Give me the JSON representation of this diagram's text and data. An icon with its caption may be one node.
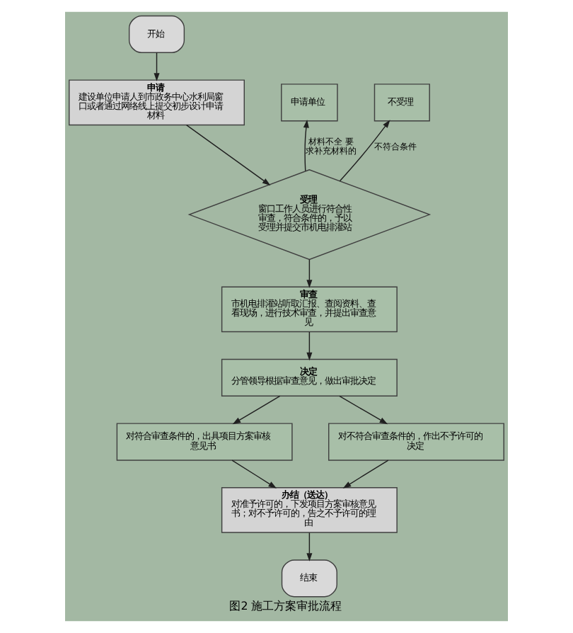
{
  "diagram": {
    "caption": "图2 施工方案审批流程",
    "nodes": [
      {
        "text": [
          "开始"
        ]
      },
      {
        "text": [
          "申请",
          "建设单位申请人到市政务中心水利局窗口或者通过网络线上提交初步设计申请材料"
        ]
      },
      {
        "text": [
          "申请单位"
        ]
      },
      {
        "text": [
          "不受理"
        ]
      },
      {
        "text": [
          "受理",
          "窗口工作人员进行符合性审查，符合条件的，予以受理并提交市机电排灌站"
        ]
      },
      {
        "text": [
          "审查",
          "市机电排灌站听取汇报、查阅资料、查看现场，进行技术审查，并提出审查意见"
        ]
      },
      {
        "text": [
          "决定",
          "分管领导根据审查意见，做出审批决定"
        ]
      },
      {
        "text": [
          "对符合审查条件的，出具项目方案审核意见书"
        ]
      },
      {
        "text": [
          "对不符合审查条件的，作出不予许可的决定"
        ]
      },
      {
        "text": [
          "办结（送达）",
          "对准予许可的，下发项目方案审核意见书；对不予许可的，告之不予许可的理由"
        ]
      },
      {
        "text": [
          "结束"
        ]
      }
    ],
    "edges": [
      {
        "from": 0,
        "to": 1,
        "arrow": "to"
      },
      {
        "from": 1,
        "to": 4,
        "arrow": "to"
      },
      {
        "from": 4,
        "to": 2,
        "arrow": "to",
        "label": "材料不全 要求补充材料的"
      },
      {
        "from": 4,
        "to": 3,
        "arrow": "to",
        "label": "不符合条件"
      },
      {
        "from": 4,
        "to": 5,
        "arrow": "to"
      },
      {
        "from": 5,
        "to": 6,
        "arrow": "to"
      },
      {
        "from": 6,
        "to": 7,
        "arrow": "to"
      },
      {
        "from": 6,
        "to": 8,
        "arrow": "to"
      },
      {
        "from": 7,
        "to": 9,
        "arrow": "to"
      },
      {
        "from": 8,
        "to": 9,
        "arrow": "to"
      },
      {
        "from": 9,
        "to": 10,
        "arrow": "to"
      }
    ]
  }
}
